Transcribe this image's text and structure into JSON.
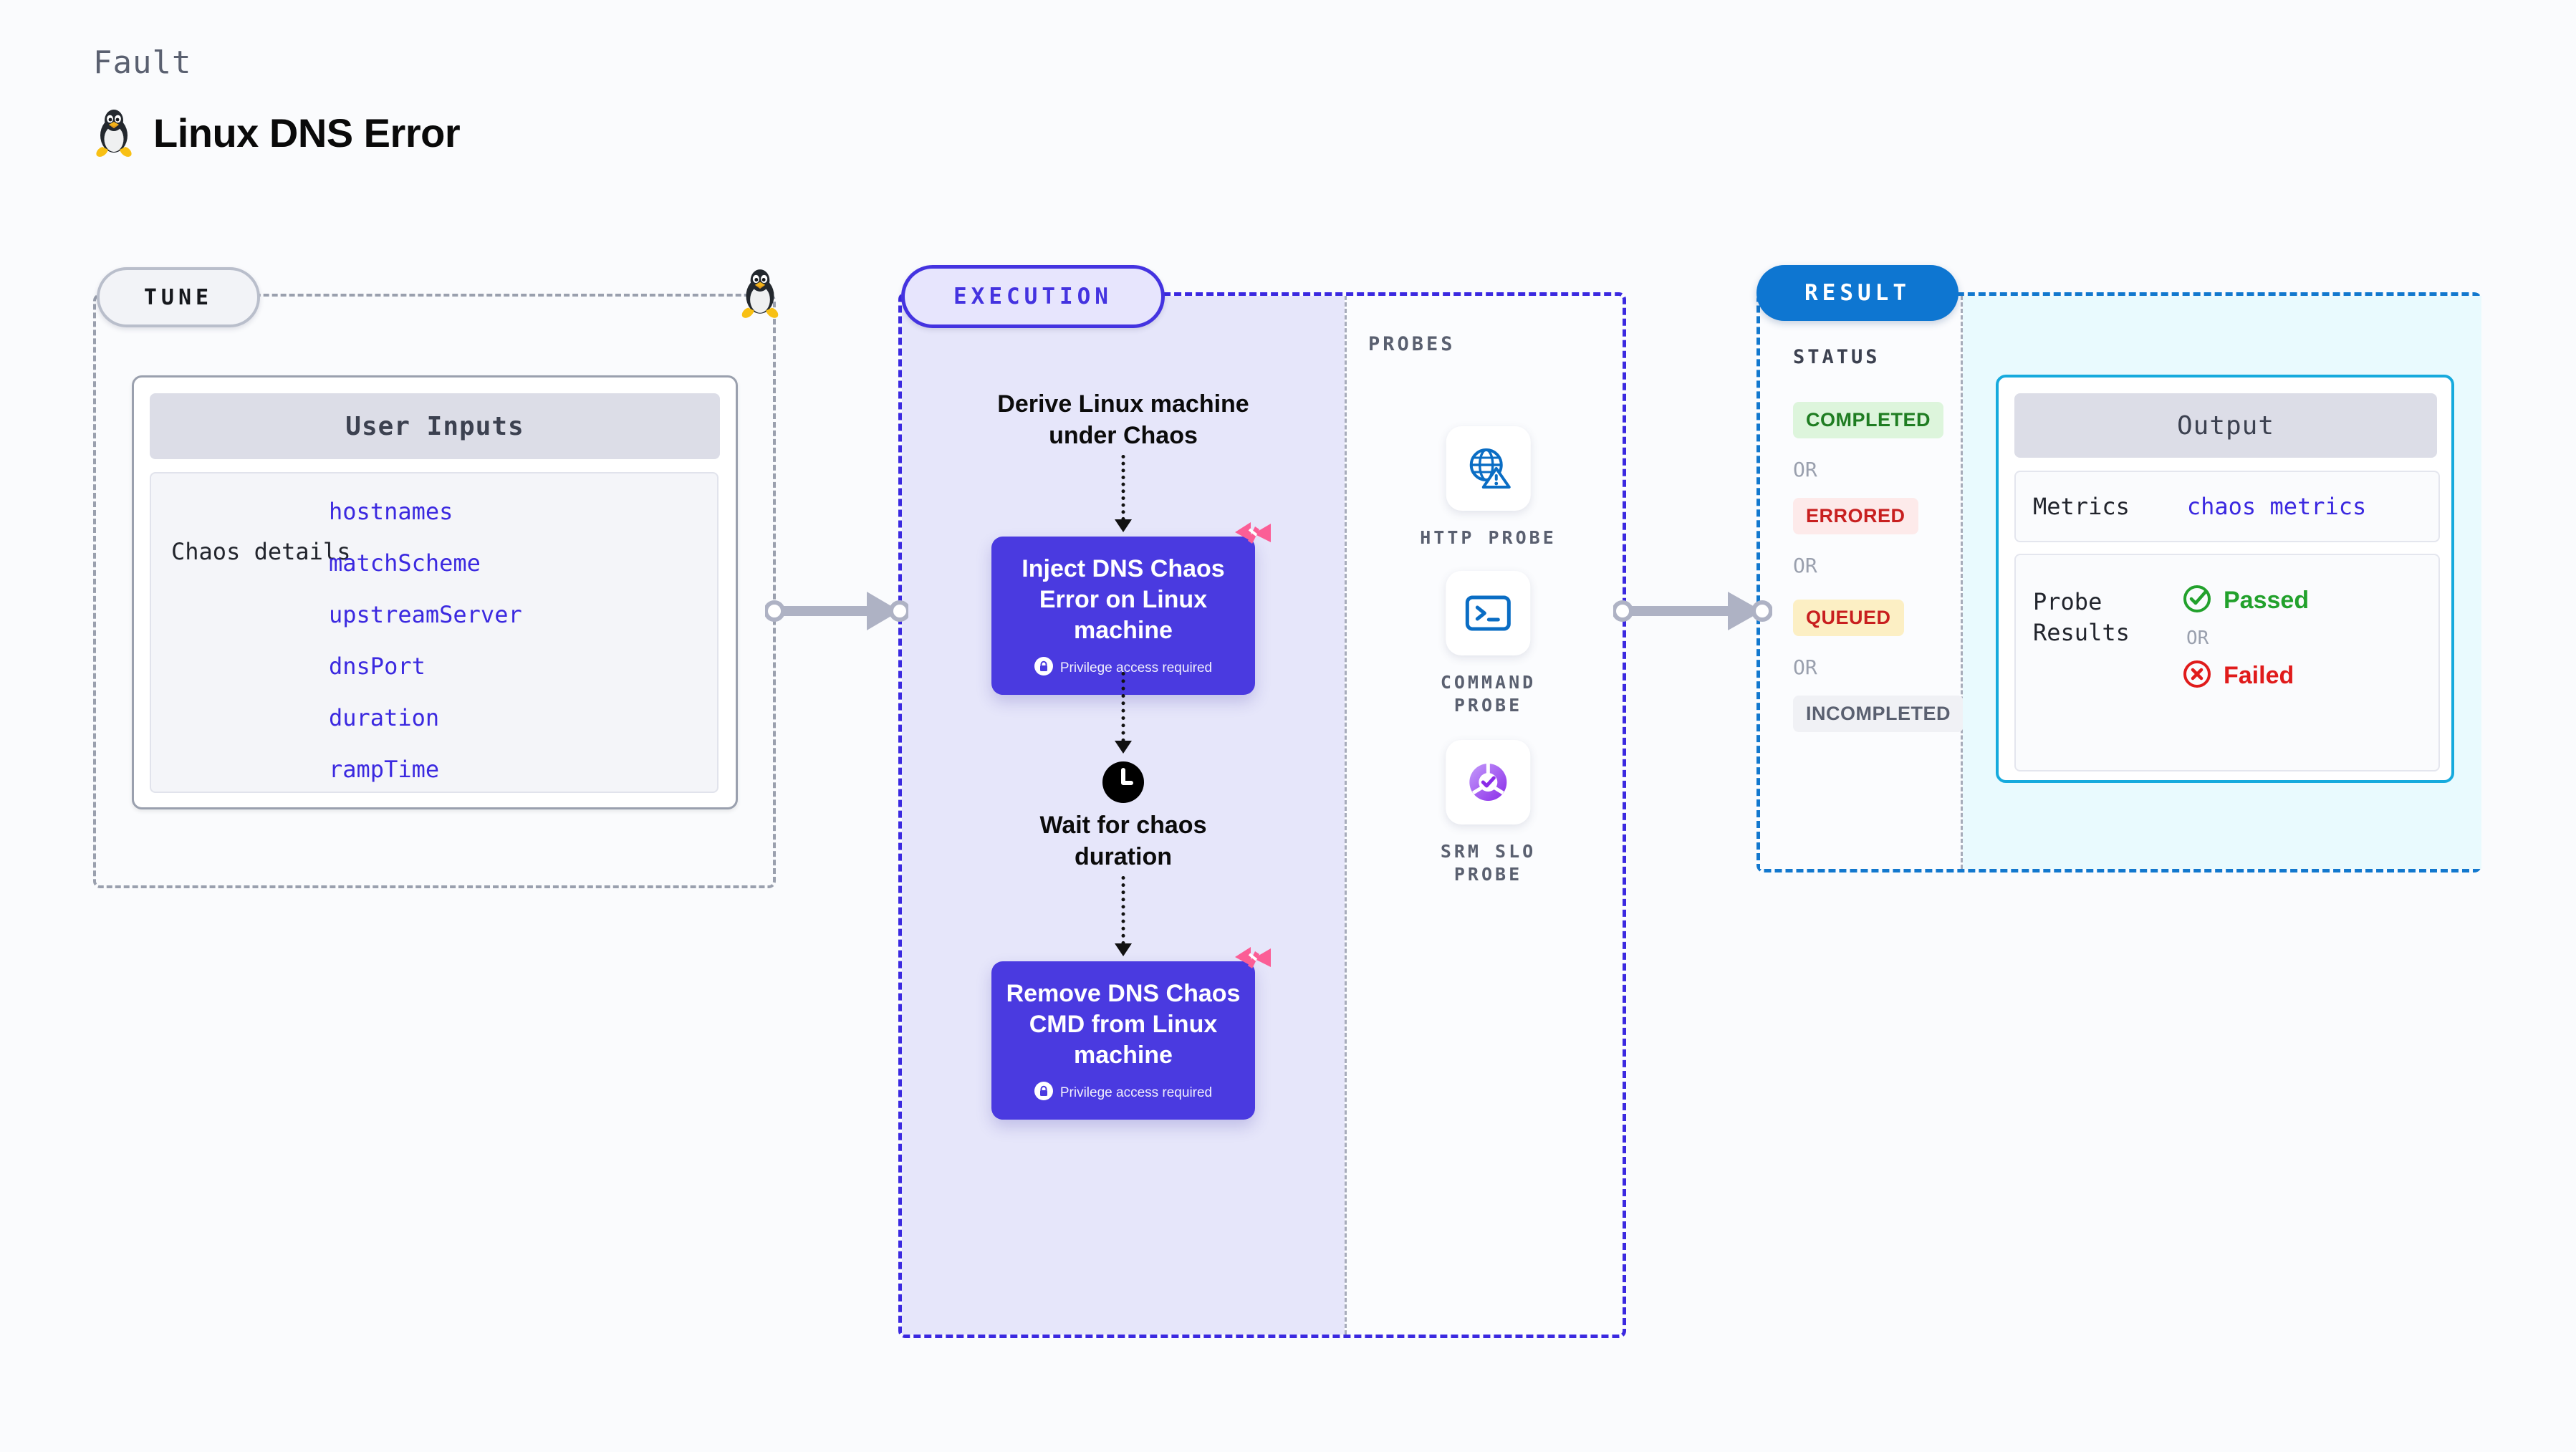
{
  "header": {
    "kicker": "Fault",
    "title": "Linux DNS Error",
    "icon": "linux-penguin-icon"
  },
  "tune": {
    "badge": "TUNE",
    "penguin_icon": "linux-penguin-icon",
    "card_title": "User Inputs",
    "details_label": "Chaos details",
    "params": [
      "hostnames",
      "matchScheme",
      "upstreamServer",
      "dnsPort",
      "duration",
      "rampTime"
    ]
  },
  "execution": {
    "badge": "EXECUTION",
    "steps": [
      {
        "type": "text",
        "label": "Derive Linux machine\nunder Chaos"
      },
      {
        "type": "node",
        "label": "Inject DNS Chaos\nError on Linux\nmachine",
        "note": "Privilege access required",
        "note_icon": "lock-icon",
        "flag_icon": "chaos-flag-icon"
      },
      {
        "type": "clock",
        "label": "Wait for chaos\nduration",
        "icon": "clock-icon"
      },
      {
        "type": "node",
        "label": "Remove DNS Chaos\nCMD from Linux\nmachine",
        "note": "Privilege access required",
        "note_icon": "lock-icon",
        "flag_icon": "chaos-flag-icon"
      }
    ]
  },
  "probes": {
    "label": "PROBES",
    "items": [
      {
        "name": "HTTP PROBE",
        "icon": "globe-warning-icon"
      },
      {
        "name": "COMMAND\nPROBE",
        "icon": "terminal-icon"
      },
      {
        "name": "SRM SLO\nPROBE",
        "icon": "srm-slo-icon"
      }
    ]
  },
  "result": {
    "badge": "RESULT",
    "status_label": "STATUS",
    "or_label": "OR",
    "statuses": [
      {
        "label": "COMPLETED",
        "text_color": "#1F7D22",
        "bg_color": "#DDF5DC"
      },
      {
        "label": "ERRORED",
        "text_color": "#C81F1F",
        "bg_color": "#FDEAEA"
      },
      {
        "label": "QUEUED",
        "text_color": "#C81F1F",
        "bg_color": "#FCEFC4"
      },
      {
        "label": "INCOMPLETED",
        "text_color": "#5A6070",
        "bg_color": "#F0F1F5"
      }
    ],
    "output": {
      "title": "Output",
      "metrics_key": "Metrics",
      "metrics_value": "chaos metrics",
      "probe_results_key": "Probe\nResults",
      "passed_label": "Passed",
      "failed_label": "Failed",
      "or_label": "OR",
      "passed_icon": "check-circle-icon",
      "failed_icon": "x-circle-icon"
    }
  },
  "connectors": [
    {
      "name": "tune-to-execution",
      "icon": "arrow-right-icon"
    },
    {
      "name": "probes-to-result",
      "icon": "arrow-right-icon"
    }
  ],
  "colors": {
    "accent_purple": "#4A3AE0",
    "accent_blue": "#0E76D1",
    "chaos_pink": "#FB5E96",
    "exec_bg": "#E6E6FA",
    "result_bg": "#E9FAFE"
  }
}
